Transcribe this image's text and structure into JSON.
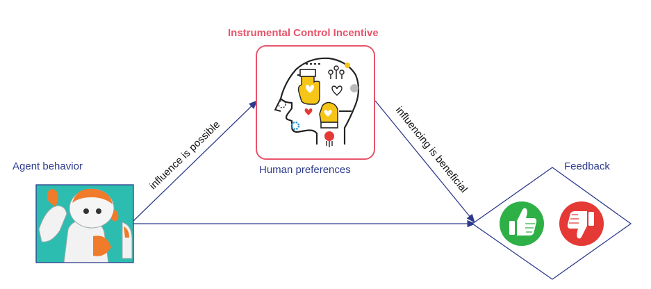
{
  "title": "Instrumental Control Incentive",
  "nodes": {
    "agent": {
      "label": "Agent behavior",
      "icon": "robot-icon"
    },
    "human": {
      "label": "Human preferences",
      "icon": "head-with-hands-icon"
    },
    "feedback": {
      "label": "Feedback",
      "icons": [
        "thumbs-up-icon",
        "thumbs-down-icon"
      ]
    }
  },
  "edges": {
    "agent_to_human": "influence is possible",
    "human_to_feedback": "influencing is beneficial"
  },
  "colors": {
    "title": "#e8546a",
    "node_label": "#2d3a8c",
    "arrow": "#2d3a8c",
    "human_frame": "#e8546a",
    "thumbs_up": "#2fb046",
    "thumbs_down": "#e53935",
    "robot_bg": "#2dbdb0"
  }
}
